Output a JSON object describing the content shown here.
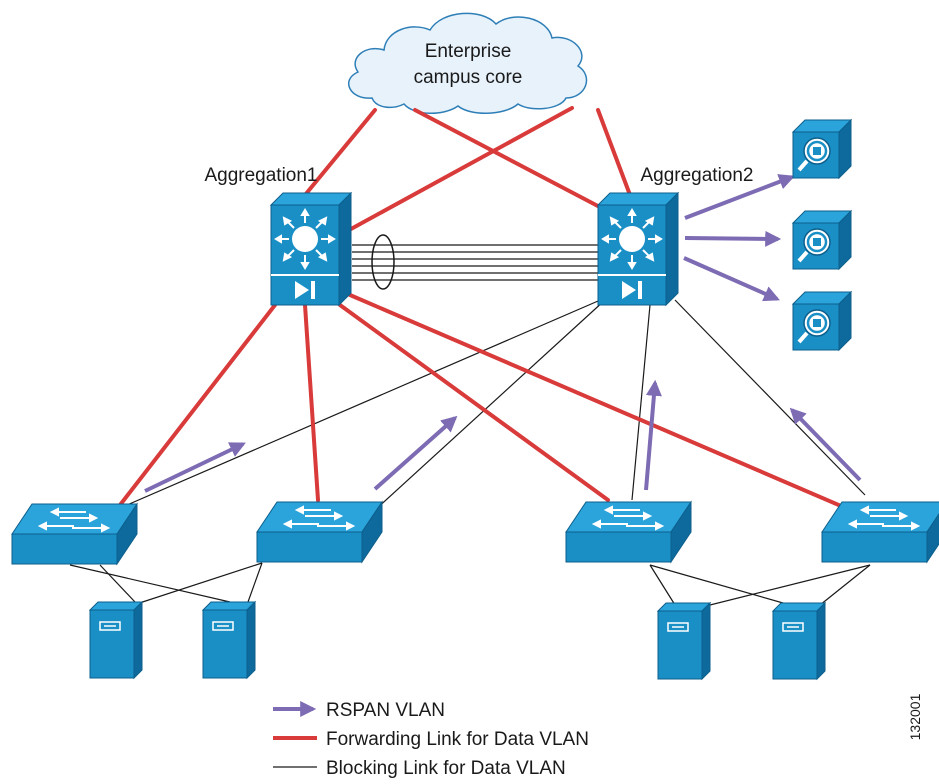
{
  "cloud": {
    "line1": "Enterprise",
    "line2": "campus core"
  },
  "nodes": {
    "aggregation1": "Aggregation1",
    "aggregation2": "Aggregation2"
  },
  "legend": {
    "rspan": "RSPAN VLAN",
    "forwarding": "Forwarding Link for Data VLAN",
    "blocking": "Blocking Link for Data VLAN"
  },
  "figure_id": "132001",
  "colors": {
    "device_blue": "#1a8fc6",
    "device_dark": "#0d5f8c",
    "forwarding_red": "#d93a3a",
    "rspan_purple": "#7d6bb3",
    "blocking_black": "#1a1a1a",
    "cloud_fill": "#e8f2fb",
    "cloud_stroke": "#2e7fb8"
  }
}
